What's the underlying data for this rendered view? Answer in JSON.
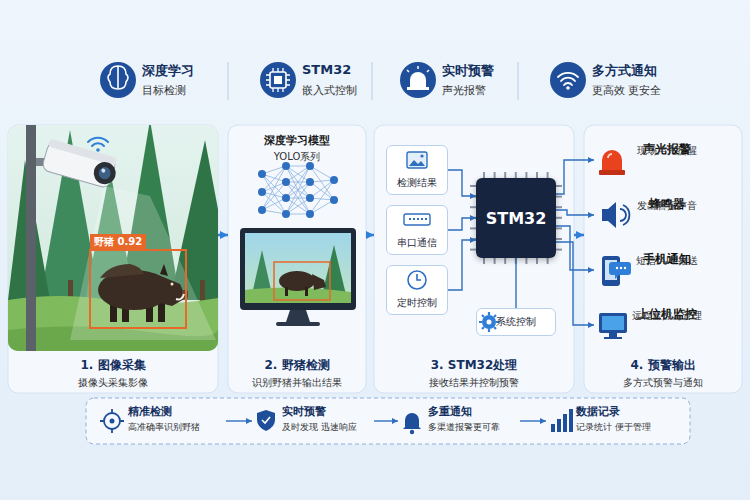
{
  "diagram": {
    "nodes": [
      {
        "text": [
          "1. 图像采集",
          "摄像头采集影像"
        ]
      },
      {
        "text": [
          "深度学习模型",
          "YOLO系列",
          "2. 野猪检测",
          "识别野猪并输出结果"
        ]
      },
      {
        "text": [
          "3. STM32处理",
          "接收结果并控制预警"
        ]
      },
      {
        "text": [
          "检测结果"
        ],
        "in": 2
      },
      {
        "text": [
          "串口通信"
        ],
        "in": 2
      },
      {
        "text": [
          "定时控制"
        ],
        "in": 2
      },
      {
        "text": [
          "STM32"
        ],
        "in": 2
      },
      {
        "text": [
          "系统控制"
        ],
        "in": 2
      },
      {
        "text": [
          "4. 预警输出",
          "多方式预警与通知"
        ]
      },
      {
        "text": [
          "声光报警",
          "现场声光提醒"
        ],
        "in": 8
      },
      {
        "text": [
          "蜂鸣器",
          "发出警报声音"
        ],
        "in": 8
      },
      {
        "text": [
          "手机通知",
          "短信/APP推送"
        ],
        "in": 8
      },
      {
        "text": [
          "上位机监控",
          "远程监控与管理"
        ],
        "in": 8
      },
      {
        "text": [
          "精准检测",
          "高准确率识别野猪"
        ]
      },
      {
        "text": [
          "实时预警",
          "及时发现 迅速响应"
        ]
      },
      {
        "text": [
          "多重通知",
          "多渠道报警更可靠"
        ]
      },
      {
        "text": [
          "数据记录",
          "记录统计 便于管理"
        ]
      }
    ],
    "edges": [
      {
        "from": 0,
        "to": 1,
        "arrow": "to"
      },
      {
        "from": 1,
        "to": 2,
        "arrow": "to"
      },
      {
        "from": 2,
        "to": 8,
        "arrow": "to"
      },
      {
        "from": 3,
        "to": 6,
        "arrow": "to"
      },
      {
        "from": 4,
        "to": 6,
        "arrow": "to"
      },
      {
        "from": 5,
        "to": 6,
        "arrow": "to"
      },
      {
        "from": 7,
        "to": 6,
        "arrow": "none"
      },
      {
        "from": 6,
        "to": 9,
        "arrow": "to"
      },
      {
        "from": 6,
        "to": 10,
        "arrow": "to"
      },
      {
        "from": 6,
        "to": 11,
        "arrow": "to"
      },
      {
        "from": 6,
        "to": 12,
        "arrow": "to"
      },
      {
        "from": 13,
        "to": 14,
        "arrow": "to"
      },
      {
        "from": 14,
        "to": 15,
        "arrow": "to"
      },
      {
        "from": 15,
        "to": 16,
        "arrow": "to"
      }
    ],
    "labels": [
      "深度学习",
      "目标检测",
      "STM32",
      "嵌入式控制",
      "实时预警",
      "声光报警",
      "多方式通知",
      "更高效 更安全",
      "野猪 0.92"
    ]
  }
}
